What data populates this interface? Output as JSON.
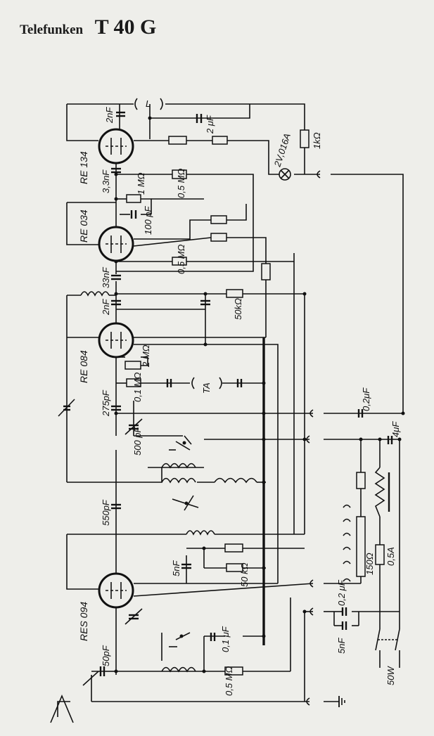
{
  "header": {
    "brand": "Telefunken",
    "model": "T 40 G"
  },
  "tubes": [
    {
      "id": "t1",
      "label": "RE 134"
    },
    {
      "id": "t2",
      "label": "RE 034"
    },
    {
      "id": "t3",
      "label": "RE 084"
    },
    {
      "id": "t4",
      "label": "RES 094"
    }
  ],
  "labels": {
    "cap_top_2nF": "2nF",
    "coil_L": "L",
    "cap_2uF": "2 μF",
    "res_1k": "1kΩ",
    "lamp": "2V,016A",
    "cap_3n3": "3,3nF",
    "res_1M": "1 MΩ",
    "res_05M_a": "0,5 MΩ",
    "cap_100p": "100 pF",
    "res_05M_b": "0,5 MΩ",
    "cap_33n": "33nF",
    "cap_2nF_b": "2nF",
    "res_50k_a": "50kΩ",
    "res_2M": "2 MΩ",
    "res_01M": "0,1 MΩ",
    "ta": "TA",
    "cap_275p": "275pF",
    "cap_02uF": "0,2μF",
    "cap_500p": "500 pF",
    "cap_4uF": "4μF",
    "cap_550p": "550pF",
    "res_150": "150Ω",
    "fuse": "0,5A",
    "cap_5nF_a": "5nF",
    "res_50k_b": "50 kΩ",
    "cap_02uF_b": "0,2 μF",
    "cap_5nF_b": "5nF",
    "cap_01uF": "0,1 μF",
    "cap_50p": "50pF",
    "res_05M_c": "0,5 MΩ",
    "power": "50W"
  }
}
